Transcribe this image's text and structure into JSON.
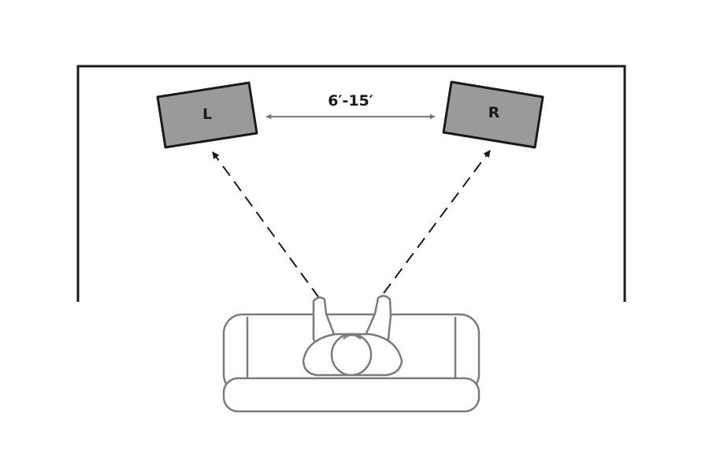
{
  "diagram": {
    "distance_label": "6′-15′",
    "speakers": {
      "left": {
        "label": "L"
      },
      "right": {
        "label": "R"
      }
    },
    "colors": {
      "line": "#1a1a1a",
      "speaker_fill": "#9a9a9c",
      "furniture_stroke": "#7b7b7b"
    }
  }
}
